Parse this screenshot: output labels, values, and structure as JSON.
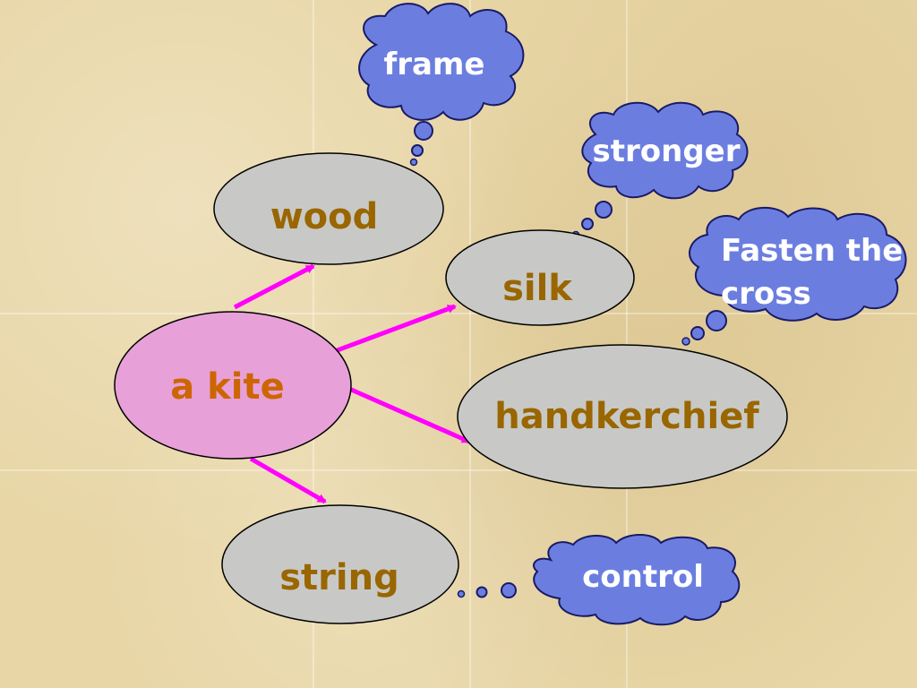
{
  "nodes": {
    "center": "a kite",
    "wood": "wood",
    "silk": "silk",
    "handkerchief": "handkerchief",
    "string": "string"
  },
  "clouds": {
    "frame": "frame",
    "stronger": "stronger",
    "fasten_line1": "Fasten the",
    "fasten_line2": "cross",
    "control": "control"
  },
  "colors": {
    "background": "#e8d6a6",
    "center_fill": "#e8a0d8",
    "node_fill": "#c8c9c6",
    "node_text": "#996600",
    "center_text": "#cc6600",
    "arrow": "#ff00ff",
    "cloud_fill": "#6b7ee0",
    "cloud_text": "#ffffff"
  }
}
